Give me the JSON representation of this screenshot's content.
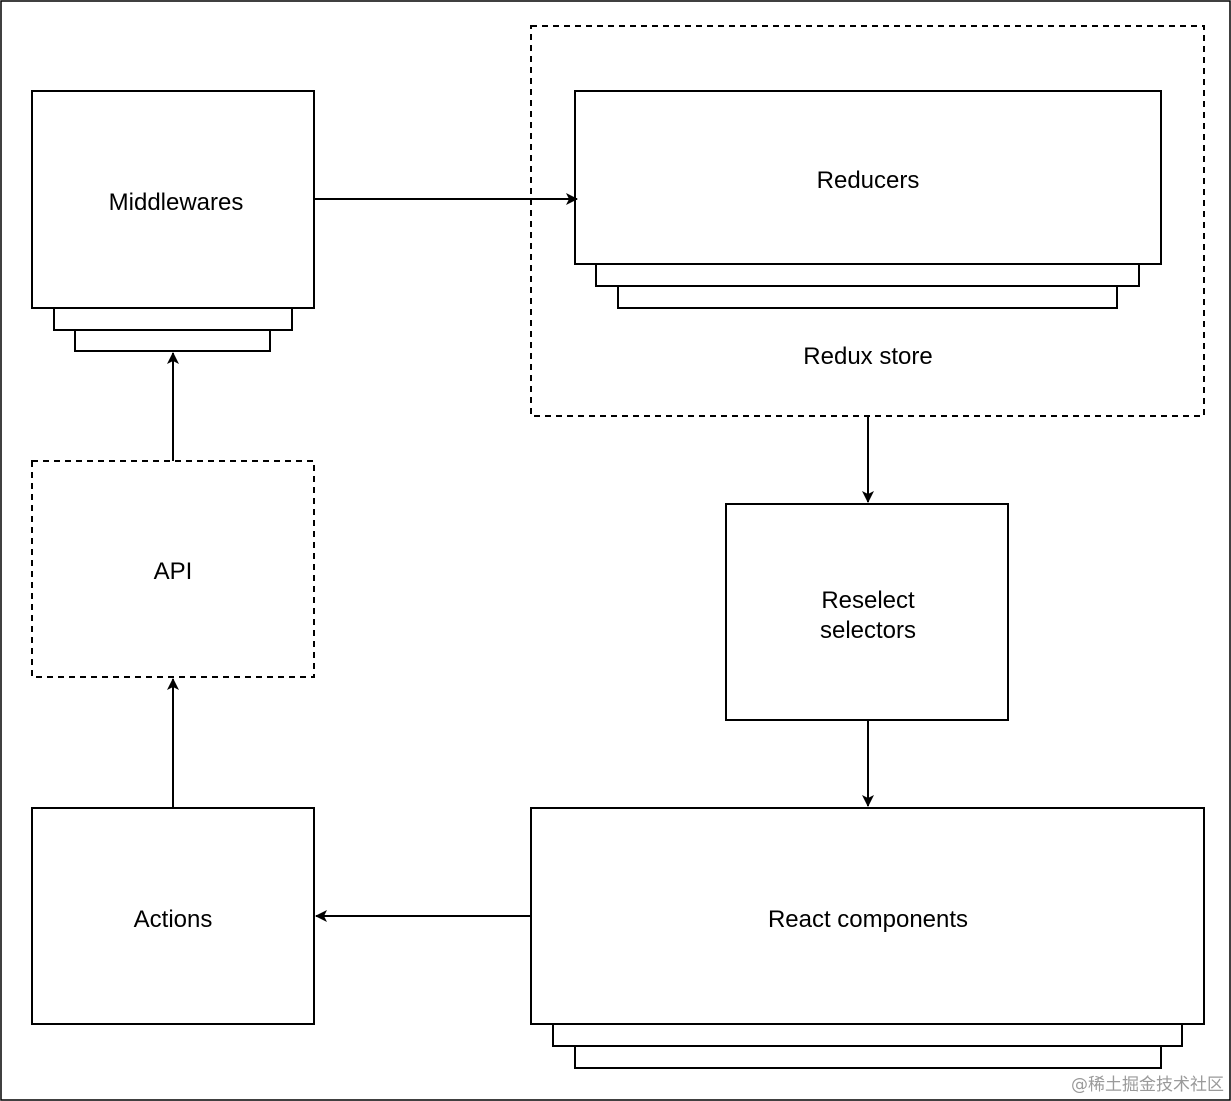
{
  "diagram": {
    "nodes": {
      "middlewares": "Middlewares",
      "reducers": "Reducers",
      "redux_store": "Redux store",
      "api": "API",
      "reselect_line1": "Reselect",
      "reselect_line2": "selectors",
      "actions": "Actions",
      "react_components": "React components"
    },
    "edges": [
      {
        "from": "Middlewares",
        "to": "Reducers"
      },
      {
        "from": "Redux store",
        "to": "Reselect selectors"
      },
      {
        "from": "Reselect selectors",
        "to": "React components"
      },
      {
        "from": "React components",
        "to": "Actions"
      },
      {
        "from": "Actions",
        "to": "API"
      },
      {
        "from": "API",
        "to": "Middlewares"
      }
    ],
    "colors": {
      "stroke": "#000000",
      "background": "#ffffff",
      "watermark": "#9a9a9a"
    }
  },
  "watermark": "@稀土掘金技术社区"
}
